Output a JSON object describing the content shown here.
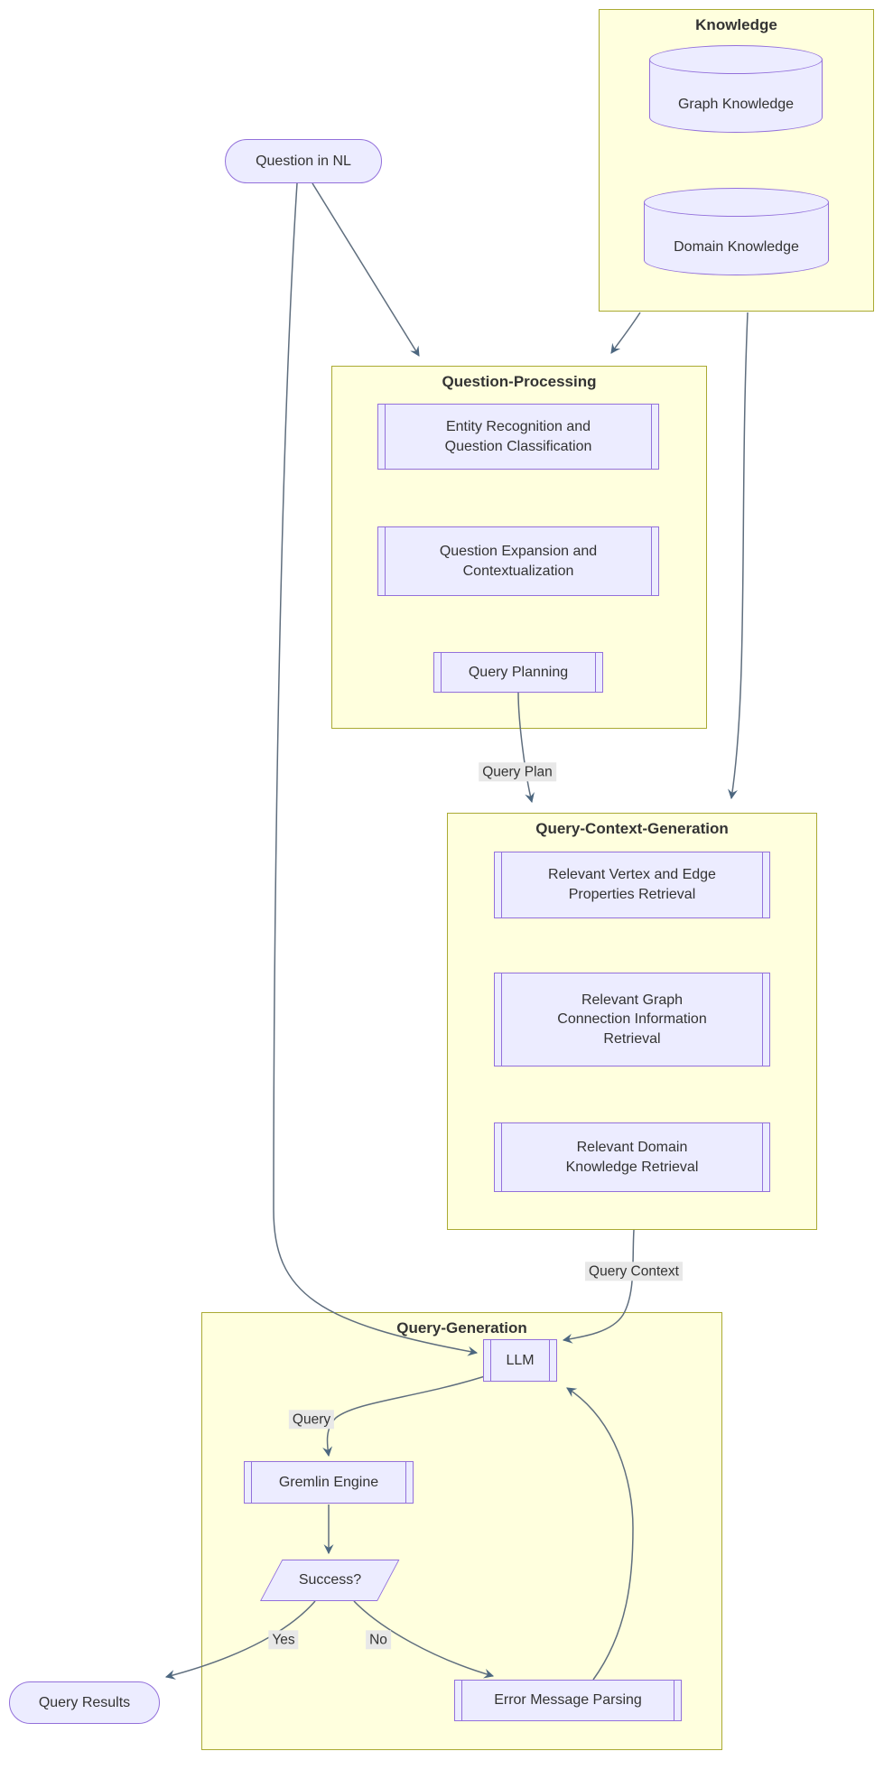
{
  "diagram": {
    "clusters": {
      "knowledge": {
        "title": "Knowledge"
      },
      "question_processing": {
        "title": "Question-Processing"
      },
      "query_context_generation": {
        "title": "Query-Context-Generation"
      },
      "query_generation": {
        "title": "Query-Generation"
      }
    },
    "nodes": {
      "question_nl": "Question in NL",
      "graph_knowledge": "Graph Knowledge",
      "domain_knowledge": "Domain Knowledge",
      "entity_recognition": "Entity Recognition and\nQuestion Classification",
      "question_expansion": "Question Expansion and\nContextualization",
      "query_planning": "Query Planning",
      "vertex_edge_retrieval": "Relevant Vertex and Edge\nProperties Retrieval",
      "graph_connection_retrieval": "Relevant Graph\nConnection Information\nRetrieval",
      "domain_knowledge_retrieval": "Relevant Domain\nKnowledge Retrieval",
      "llm": "LLM",
      "gremlin_engine": "Gremlin Engine",
      "success": "Success?",
      "error_message_parsing": "Error Message Parsing",
      "query_results": "Query Results"
    },
    "edge_labels": {
      "query_plan": "Query Plan",
      "query_context": "Query Context",
      "query": "Query",
      "yes": "Yes",
      "no": "No"
    },
    "colors": {
      "cluster_fill": "#ffffde",
      "cluster_border": "#aaaa33",
      "node_fill": "#ECECFF",
      "node_border": "#9370DB",
      "edge": "#5f6e7e",
      "arrowhead": "#4c6780",
      "label_bg": "#e8e8e8",
      "text": "#333333"
    }
  }
}
